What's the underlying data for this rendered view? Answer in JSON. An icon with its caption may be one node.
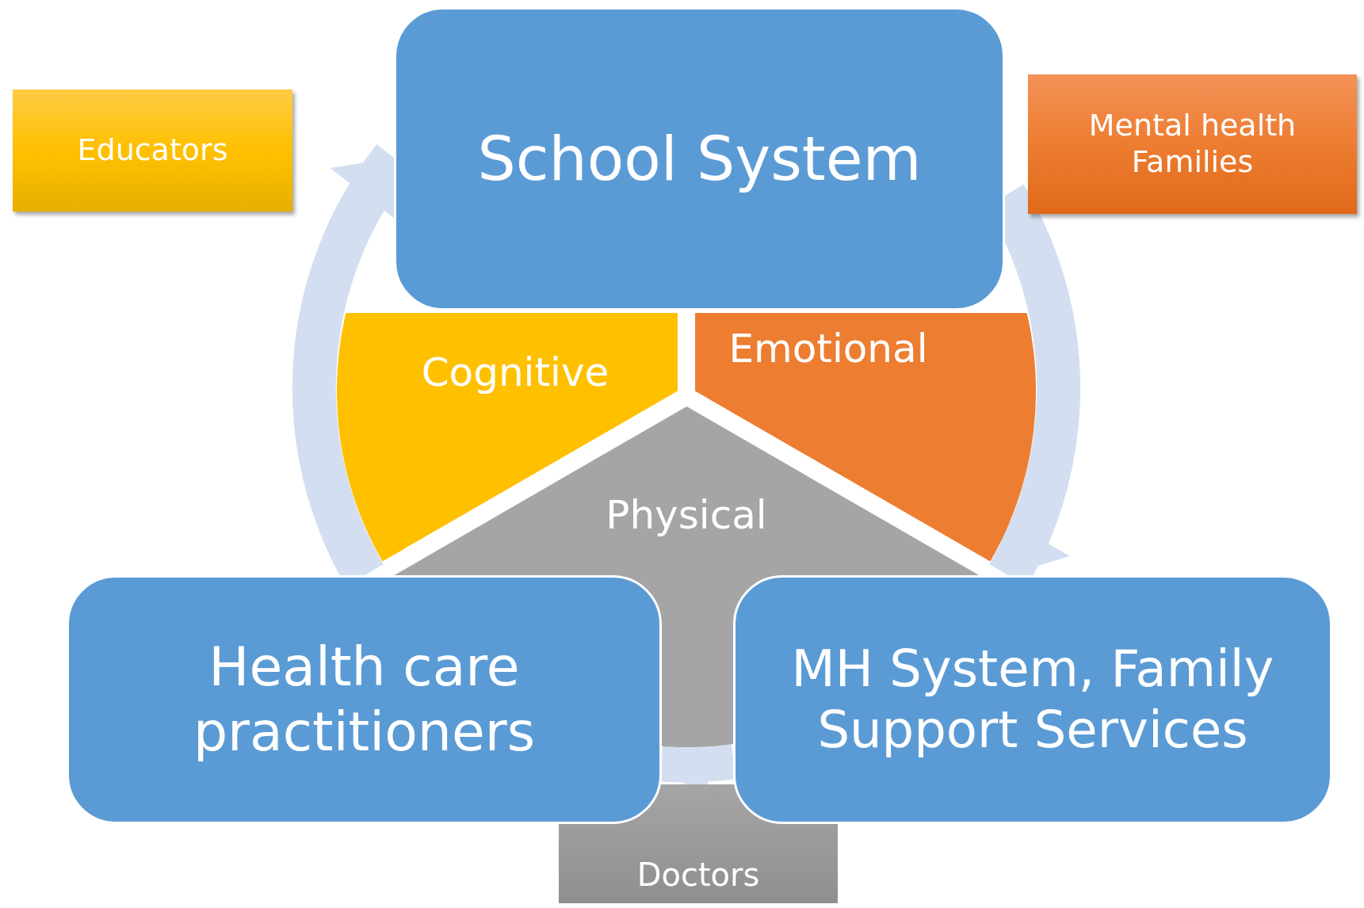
{
  "diagram": {
    "nodes": [
      {
        "text": [
          "Educators"
        ]
      },
      {
        "text": [
          "School System"
        ]
      },
      {
        "text": [
          "Mental health Families"
        ]
      },
      {
        "text": [
          "Cognitive"
        ]
      },
      {
        "text": [
          "Emotional"
        ]
      },
      {
        "text": [
          "Physical"
        ]
      },
      {
        "text": [
          "Health care practitioners"
        ]
      },
      {
        "text": [
          "MH System, Family Support Services"
        ]
      },
      {
        "text": [
          "Doctors"
        ]
      }
    ],
    "edges": [
      {
        "from": 6,
        "to": 1,
        "arrow": "to"
      },
      {
        "from": 1,
        "to": 7,
        "arrow": "to"
      },
      {
        "from": 7,
        "to": 6,
        "arrow": "to"
      }
    ]
  }
}
